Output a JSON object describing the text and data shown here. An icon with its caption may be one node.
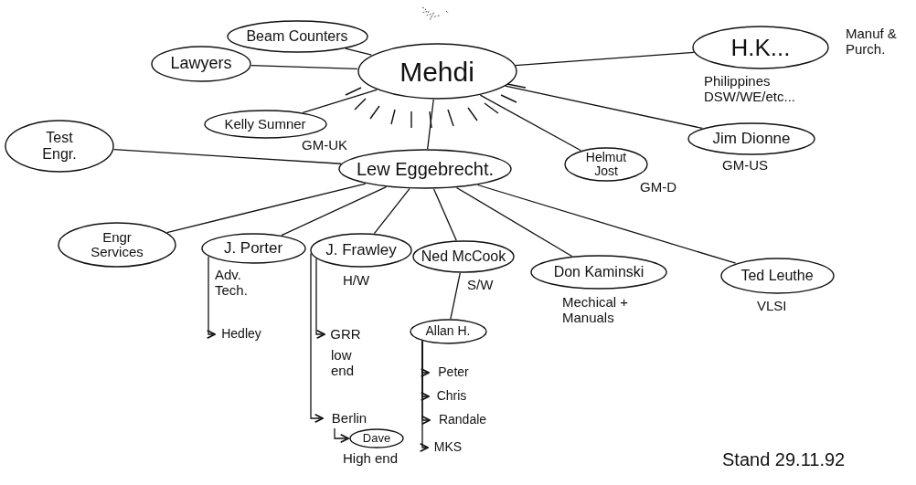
{
  "diagram": {
    "nodes": [
      {
        "text": [
          "Mehdi"
        ]
      },
      {
        "text": [
          "Beam Counters"
        ]
      },
      {
        "text": [
          "Lawyers"
        ]
      },
      {
        "text": [
          "Kelly Sumner"
        ],
        "beside": [
          "GM-UK"
        ]
      },
      {
        "text": [
          "H.K..."
        ],
        "beside": [
          "Philippines DSW/WE/etc...",
          "Manuf & Purch."
        ]
      },
      {
        "text": [
          "Test Engr."
        ]
      },
      {
        "text": [
          "Lew Eggebrecht."
        ]
      },
      {
        "text": [
          "Helmut Jost"
        ],
        "beside": [
          "GM-D"
        ]
      },
      {
        "text": [
          "Jim Dionne"
        ],
        "beside": [
          "GM-US"
        ]
      },
      {
        "text": [
          "Engr Services"
        ]
      },
      {
        "text": [
          "J. Porter"
        ],
        "beside": [
          "Adv. Tech."
        ]
      },
      {
        "text": [
          "J. Frawley"
        ],
        "beside": [
          "H/W"
        ]
      },
      {
        "text": [
          "Ned McCook"
        ],
        "beside": [
          "S/W"
        ]
      },
      {
        "text": [
          "Don Kaminski"
        ],
        "beside": [
          "Mechical + Manuals"
        ]
      },
      {
        "text": [
          "Ted Leuthe"
        ],
        "beside": [
          "VLSI"
        ]
      },
      {
        "text": [
          "Hedley"
        ]
      },
      {
        "text": [
          "GRR"
        ],
        "beside": [
          "low end"
        ]
      },
      {
        "text": [
          "Berlin"
        ]
      },
      {
        "text": [
          "Dave"
        ],
        "beside": [
          "High end"
        ]
      },
      {
        "text": [
          "Allan H."
        ]
      },
      {
        "text": [
          "Peter"
        ]
      },
      {
        "text": [
          "Chris"
        ]
      },
      {
        "text": [
          "Randale"
        ]
      },
      {
        "text": [
          "MKS"
        ]
      }
    ],
    "edges": [
      {
        "from": 0,
        "to": 1,
        "arrow": "none"
      },
      {
        "from": 0,
        "to": 2,
        "arrow": "none"
      },
      {
        "from": 0,
        "to": 3,
        "arrow": "none"
      },
      {
        "from": 0,
        "to": 4,
        "arrow": "none"
      },
      {
        "from": 0,
        "to": 8,
        "arrow": "none"
      },
      {
        "from": 0,
        "to": 7,
        "arrow": "none"
      },
      {
        "from": 0,
        "to": 6,
        "arrow": "none"
      },
      {
        "from": 6,
        "to": 5,
        "arrow": "none"
      },
      {
        "from": 6,
        "to": 9,
        "arrow": "none"
      },
      {
        "from": 6,
        "to": 10,
        "arrow": "none"
      },
      {
        "from": 6,
        "to": 11,
        "arrow": "none"
      },
      {
        "from": 6,
        "to": 12,
        "arrow": "none"
      },
      {
        "from": 6,
        "to": 13,
        "arrow": "none"
      },
      {
        "from": 6,
        "to": 14,
        "arrow": "none"
      },
      {
        "from": 10,
        "to": 15,
        "arrow": "to"
      },
      {
        "from": 11,
        "to": 16,
        "arrow": "to"
      },
      {
        "from": 11,
        "to": 17,
        "arrow": "to"
      },
      {
        "from": 17,
        "to": 18,
        "arrow": "to"
      },
      {
        "from": 12,
        "to": 19,
        "arrow": "none"
      },
      {
        "from": 19,
        "to": 20,
        "arrow": "to"
      },
      {
        "from": 19,
        "to": 21,
        "arrow": "to"
      },
      {
        "from": 19,
        "to": 22,
        "arrow": "to"
      },
      {
        "from": 19,
        "to": 23,
        "arrow": "to"
      }
    ],
    "labels": [
      "Stand 29.11.92"
    ]
  }
}
